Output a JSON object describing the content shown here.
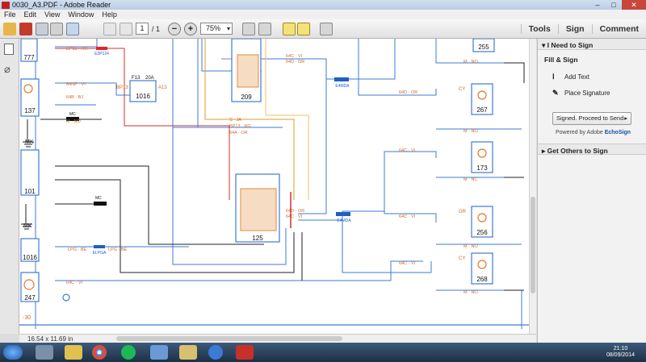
{
  "window": {
    "title": "0030_A3.PDF - Adobe Reader"
  },
  "menu": [
    "File",
    "Edit",
    "View",
    "Window",
    "Help"
  ],
  "toolbar": {
    "page_current": "1",
    "page_total": "/ 1",
    "zoom": "75%"
  },
  "links": {
    "tools": "Tools",
    "sign": "Sign",
    "comment": "Comment"
  },
  "panel": {
    "section1": "I Need to Sign",
    "sub": "Fill & Sign",
    "add_text": "Add Text",
    "place_signature": "Place Signature",
    "proceed": "Signed. Proceed to Send",
    "powered_prefix": "Powered by Adobe ",
    "powered_brand": "EchoSign",
    "section2": "Get Others to Sign"
  },
  "status": {
    "page_size": "16.54 x 11.69 in"
  },
  "taskbar": {
    "time": "21:10",
    "date": "08/09/2014"
  },
  "diagram": {
    "boxes": [
      "777",
      "137",
      "1016",
      "209",
      "101",
      "125",
      "1016",
      "247",
      "255",
      "267",
      "173",
      "256",
      "268"
    ],
    "connectors": [
      "E3P124",
      "E4MDA",
      "E4MDA",
      "ELPGA"
    ],
    "fuses": [
      "F13",
      "20A",
      "BP13",
      "A13"
    ],
    "labels": [
      "-30",
      "MK",
      "MK",
      "MC",
      "MC",
      "CY",
      "GR",
      "CY"
    ]
  }
}
